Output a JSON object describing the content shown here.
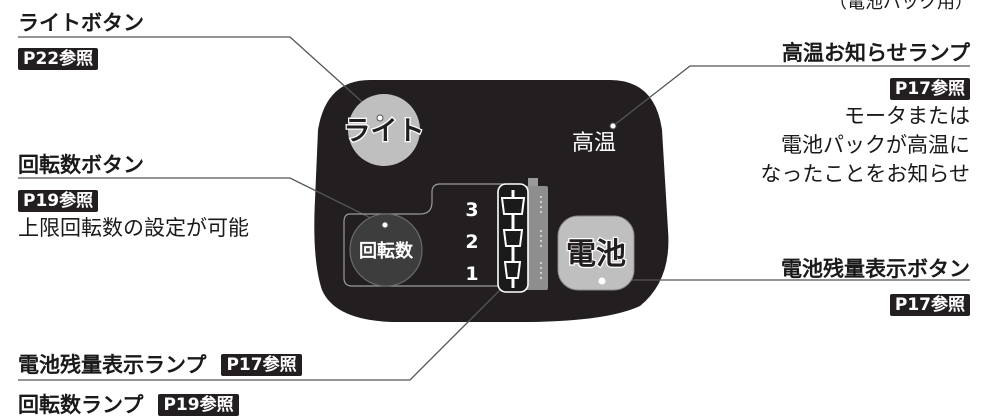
{
  "header_note": "（電池パック用）",
  "callouts": {
    "light_button": {
      "title": "ライトボタン",
      "ref": "P22参照"
    },
    "rpm_button": {
      "title": "回転数ボタン",
      "ref": "P19参照",
      "desc": "上限回転数の設定が可能"
    },
    "battery_lamp": {
      "title": "電池残量表示ランプ",
      "ref": "P17参照"
    },
    "rpm_lamp": {
      "title": "回転数ランプ",
      "ref": "P19参照"
    },
    "temp_lamp": {
      "title": "高温お知らせランプ",
      "ref": "P17参照",
      "desc": [
        "モータまたは",
        "電池パックが高温に",
        "なったことをお知らせ"
      ]
    },
    "battery_button": {
      "title": "電池残量表示ボタン",
      "ref": "P17参照"
    }
  },
  "panel": {
    "light_label": "ライト",
    "temp_label": "高温",
    "rpm_label": "回転数",
    "battery_label": "電池",
    "levels": [
      "3",
      "2",
      "1"
    ]
  },
  "colors": {
    "panel": "#231f20",
    "button_fill": "#bfbfbf",
    "line": "#555555",
    "ref_bg": "#231f20"
  }
}
